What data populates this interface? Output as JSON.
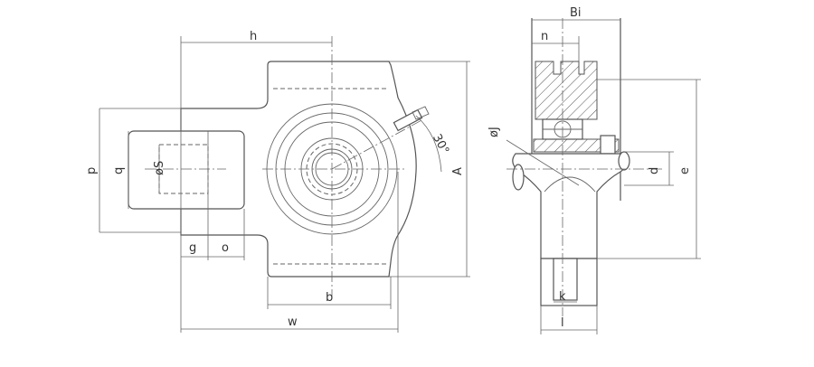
{
  "labels": {
    "h": "h",
    "p": "p",
    "q": "q",
    "s": "øS",
    "a": "A",
    "angle": "30°",
    "g": "g",
    "o": "o",
    "b": "b",
    "w": "w",
    "bi": "Bi",
    "n": "n",
    "j": "øJ",
    "d": "d",
    "e": "e",
    "k": "k",
    "l": "l"
  },
  "colors": {
    "line": "#555555",
    "background": "#ffffff"
  }
}
